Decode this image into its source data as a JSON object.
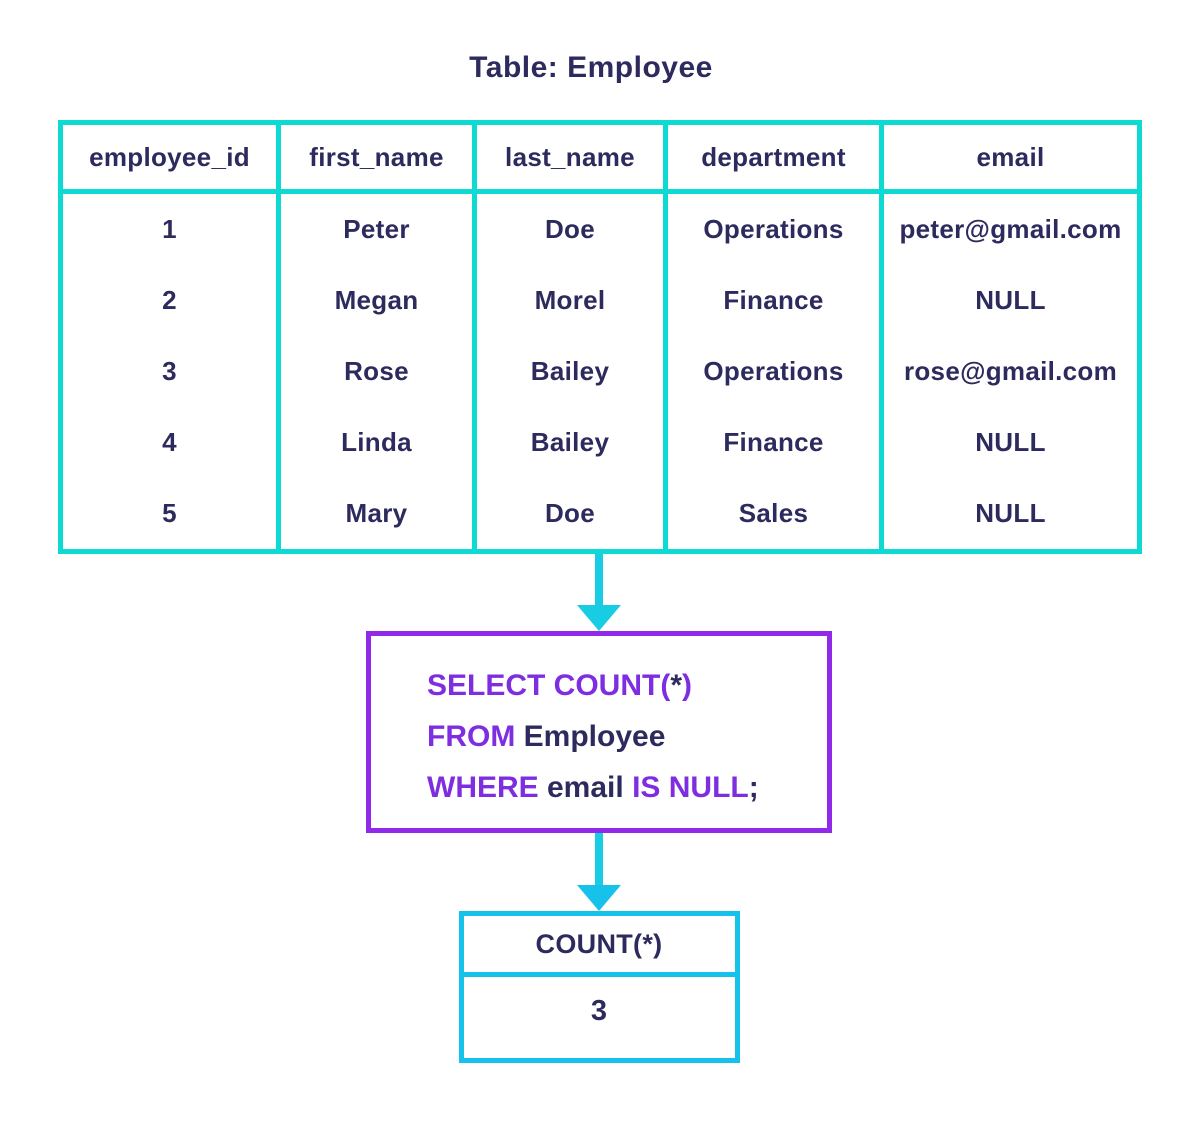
{
  "colors": {
    "bg": "#FFFFFF",
    "navy": "#2D2B5E",
    "cyan": "#0EDAD4",
    "cyan2": "#17CCE3",
    "cyan3": "#16C2EA",
    "purple": "#9029E9",
    "purplekw": "#7E2EE0"
  },
  "title": "Table: Employee",
  "employee_table": {
    "headers": [
      "employee_id",
      "first_name",
      "last_name",
      "department",
      "email"
    ],
    "rows": [
      [
        "1",
        "Peter",
        "Doe",
        "Operations",
        "peter@gmail.com"
      ],
      [
        "2",
        "Megan",
        "Morel",
        "Finance",
        "NULL"
      ],
      [
        "3",
        "Rose",
        "Bailey",
        "Operations",
        "rose@gmail.com"
      ],
      [
        "4",
        "Linda",
        "Bailey",
        "Finance",
        "NULL"
      ],
      [
        "5",
        "Mary",
        "Doe",
        "Sales",
        "NULL"
      ]
    ]
  },
  "sql": {
    "select_kw": "SELECT COUNT(",
    "star": "*",
    "close_paren": ")",
    "from_kw": "FROM ",
    "from_table": "Employee",
    "where_kw": "WHERE ",
    "where_col": "email ",
    "is_null_kw": "IS NULL",
    "semicolon": ";"
  },
  "result_table": {
    "header": "COUNT(*)",
    "value": "3"
  }
}
